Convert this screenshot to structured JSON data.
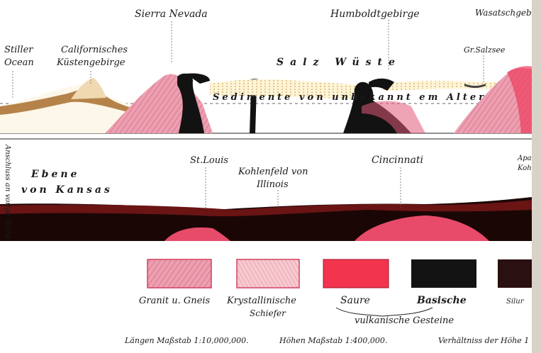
{
  "colors": {
    "granite": "#e79aa8",
    "schist": "#f2c2c8",
    "acid": "#f0354f",
    "basic": "#111111",
    "sediment": "#b58a50",
    "dark_layer": "#3a0c0c"
  },
  "upper_section": {
    "labels": {
      "sierra_nevada": "Sierra Nevada",
      "humboldt": "Humboldtgebirge",
      "wasatch": "Wasatschgebirge",
      "stiller_ocean_1": "Stiller",
      "stiller_ocean_2": "Ocean",
      "coast_range_1": "Californisches",
      "coast_range_2": "Küstengebirge",
      "salt_desert": "Salz Wüste",
      "great_salt_lake": "Gr.Salzsee",
      "sediments": "Sedimente von unbekannt em Alter"
    }
  },
  "lower_section": {
    "labels": {
      "continuation": "Anschluss an vorige Reihe",
      "plain_1": "Ebene",
      "plain_2": "von Kansas",
      "st_louis": "St.Louis",
      "coalfield_1": "Kohlenfeld von",
      "coalfield_2": "Illinois",
      "cincinnati": "Cincinnati",
      "right_edge_1": "Apala",
      "right_edge_2": "Kohl"
    }
  },
  "legend": {
    "items": [
      {
        "label": "Granit u. Gneis",
        "key": "granite"
      },
      {
        "label": "Krystallinische",
        "label2": "Schiefer",
        "key": "schist"
      },
      {
        "label": "Saure",
        "key": "acid"
      },
      {
        "label": "Basische",
        "key": "basic"
      },
      {
        "label": "Silur",
        "key": "dark"
      }
    ],
    "group_label": "vulkanische Gesteine"
  },
  "footer": {
    "length_scale": "Längen Maßstab 1:10,000,000.",
    "height_scale": "Höhen Maßstab 1:400,000.",
    "ratio": "Verhältniss der Höhe 1"
  }
}
